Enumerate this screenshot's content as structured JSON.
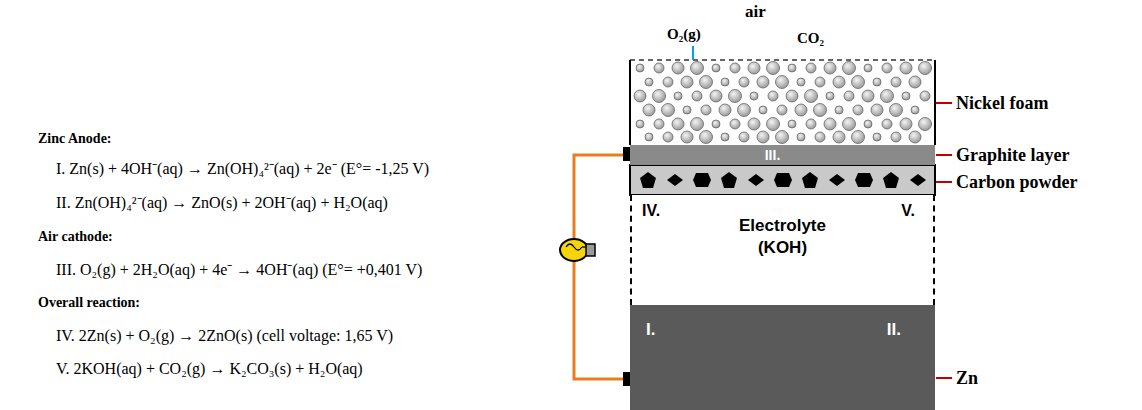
{
  "diagram": {
    "nodes": [
      {
        "text": [
          "III."
        ]
      },
      {
        "text": [
          "IV.",
          "V.",
          "Electrolyte (KOH)"
        ]
      },
      {
        "text": [
          "I.",
          "II."
        ]
      }
    ],
    "edges": [
      {
        "from": 0,
        "to": 2,
        "arrow": "none"
      }
    ],
    "labels": [
      "Zinc Anode:",
      "I. Zn(s) + 4OH⁻(aq) → Zn(OH)₄²⁻(aq) + 2e⁻ (E°= -1,25 V)",
      "II. Zn(OH)₄²⁻(aq) → ZnO(s) + 2OH⁻(aq) + H₂O(aq)",
      "Air cathode:",
      "III. O₂(g) + 2H₂O(aq) + 4e⁻ → 4OH⁻(aq) (E°= +0,401 V)",
      "Overall reaction:",
      "IV. 2Zn(s) + O₂(g) → 2ZnO(s) (cell voltage: 1,65 V)",
      "V. 2KOH(aq) + CO₂(g) → K₂CO₃(s) + H₂O(aq)",
      "O₂(g)",
      "air",
      "CO₂",
      "Nickel foam",
      "Graphite layer",
      "Carbon powder",
      "Zn"
    ]
  }
}
